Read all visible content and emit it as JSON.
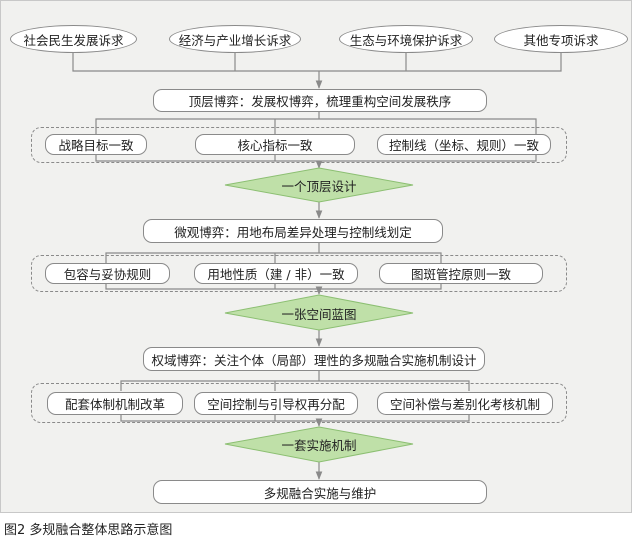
{
  "demands": [
    "社会民生发展诉求",
    "经济与产业增长诉求",
    "生态与环境保护诉求",
    "其他专项诉求"
  ],
  "stage1": {
    "title": "顶层博弈：发展权博弈，梳理重构空间发展秩序",
    "items": [
      "战略目标一致",
      "核心指标一致",
      "控制线（坐标、规则）一致"
    ],
    "result": "一个顶层设计"
  },
  "stage2": {
    "title": "微观博弈：用地布局差异处理与控制线划定",
    "items": [
      "包容与妥协规则",
      "用地性质（建 / 非）一致",
      "图斑管控原则一致"
    ],
    "result": "一张空间蓝图"
  },
  "stage3": {
    "title": "权域博弈：关注个体（局部）理性的多规融合实施机制设计",
    "items": [
      "配套体制机制改革",
      "空间控制与引导权再分配",
      "空间补偿与差别化考核机制"
    ],
    "result": "一套实施机制"
  },
  "final": "多规融合实施与维护",
  "caption": "图2  多规融合整体思路示意图",
  "colors": {
    "diamond_fill": "#bfe0a8",
    "border": "#8a8a8a",
    "line": "#8a8a8a",
    "background": "#f1f1ef"
  }
}
